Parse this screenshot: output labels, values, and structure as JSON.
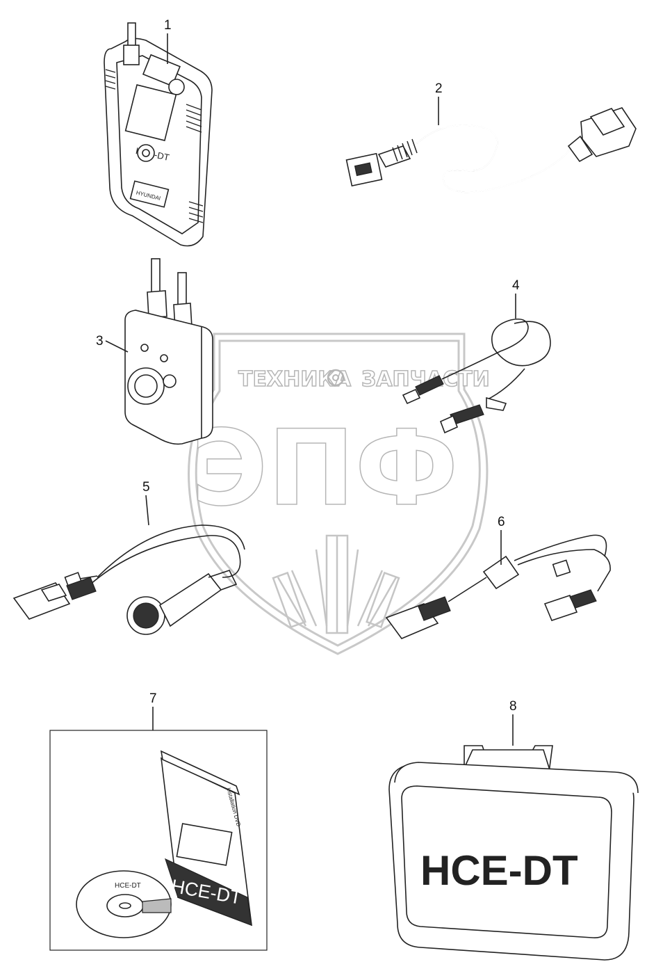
{
  "watermark": {
    "line1_left": "ТЕХНИКА",
    "line1_right": "ЗАПЧАСТИ",
    "big": "ЭПФ"
  },
  "callouts": [
    "1",
    "2",
    "3",
    "4",
    "5",
    "6",
    "7",
    "8"
  ],
  "device": {
    "brand_text": "HCE-DT",
    "logo_text": "HYUNDAI"
  },
  "manual": {
    "cover_title": "HCE-DT",
    "spine_text": "Installation DVD",
    "disc_label": "HCE-DT"
  },
  "case": {
    "label": "HCE-DT"
  }
}
